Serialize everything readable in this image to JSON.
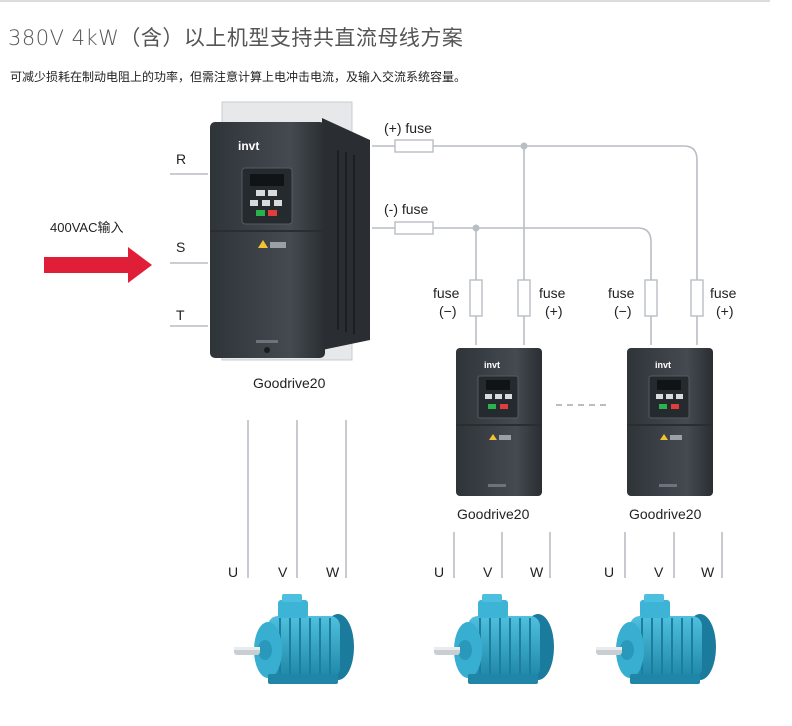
{
  "header": {
    "title": "380V  4kW（含）以上机型支持共直流母线方案",
    "subtitle": "可减少损耗在制动电阻上的功率，但需注意计算上电冲击电流，及输入交流系统容量。"
  },
  "input": {
    "label": "400VAC输入",
    "phases": [
      "R",
      "S",
      "T"
    ],
    "arrow_color": "#e01e37"
  },
  "bus": {
    "positive_fuse_label": "(+) fuse",
    "negative_fuse_label": "(-) fuse"
  },
  "branch_fuses": [
    {
      "fuse": "fuse",
      "polarity": "(−)"
    },
    {
      "fuse": "fuse",
      "polarity": "(+)"
    },
    {
      "fuse": "fuse",
      "polarity": "(−)"
    },
    {
      "fuse": "fuse",
      "polarity": "(+)"
    }
  ],
  "drives": {
    "brand": "invt",
    "main_label": "Goodrive20",
    "small_labels": [
      "Goodrive20",
      "Goodrive20"
    ]
  },
  "outputs": [
    [
      "U",
      "V",
      "W"
    ],
    [
      "U",
      "V",
      "W"
    ],
    [
      "U",
      "V",
      "W"
    ]
  ],
  "colors": {
    "drive_body": "#3a3f44",
    "line": "#b9bec4",
    "motor": "#2fa6c8"
  }
}
